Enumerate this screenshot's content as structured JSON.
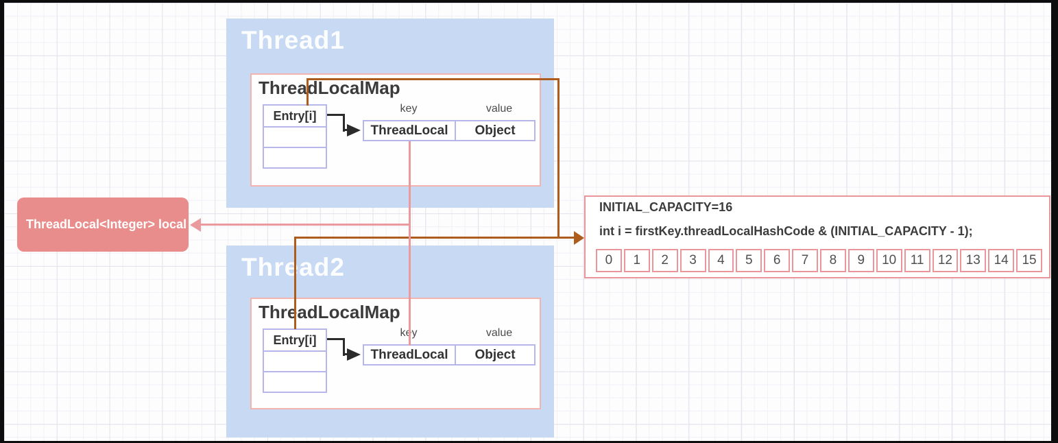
{
  "diagram": {
    "threads": [
      {
        "title": "Thread1",
        "map_title": "ThreadLocalMap",
        "entry_label": "Entry[i]",
        "key_label": "key",
        "value_label": "value",
        "key_cell": "ThreadLocal",
        "value_cell": "Object"
      },
      {
        "title": "Thread2",
        "map_title": "ThreadLocalMap",
        "entry_label": "Entry[i]",
        "key_label": "key",
        "value_label": "value",
        "key_cell": "ThreadLocal",
        "value_cell": "Object"
      }
    ],
    "local_var_box": {
      "label": "ThreadLocal<Integer> local"
    },
    "capacity_box": {
      "line1": "INITIAL_CAPACITY=16",
      "line2": "int i = firstKey.threadLocalHashCode & (INITIAL_CAPACITY - 1);",
      "cells": [
        "0",
        "1",
        "2",
        "3",
        "4",
        "5",
        "6",
        "7",
        "8",
        "9",
        "10",
        "11",
        "12",
        "13",
        "14",
        "15"
      ]
    },
    "colors": {
      "thread_fill": "#c7d9f3",
      "map_box_border": "#f3b3ae",
      "table_border": "#b6b6ea",
      "local_box_fill": "#e98c8c",
      "capacity_border": "#e9959a",
      "arrow_brown": "#ae5c1b",
      "arrow_pink": "#ea9a9c",
      "arrow_black": "#2b2b2b"
    }
  }
}
